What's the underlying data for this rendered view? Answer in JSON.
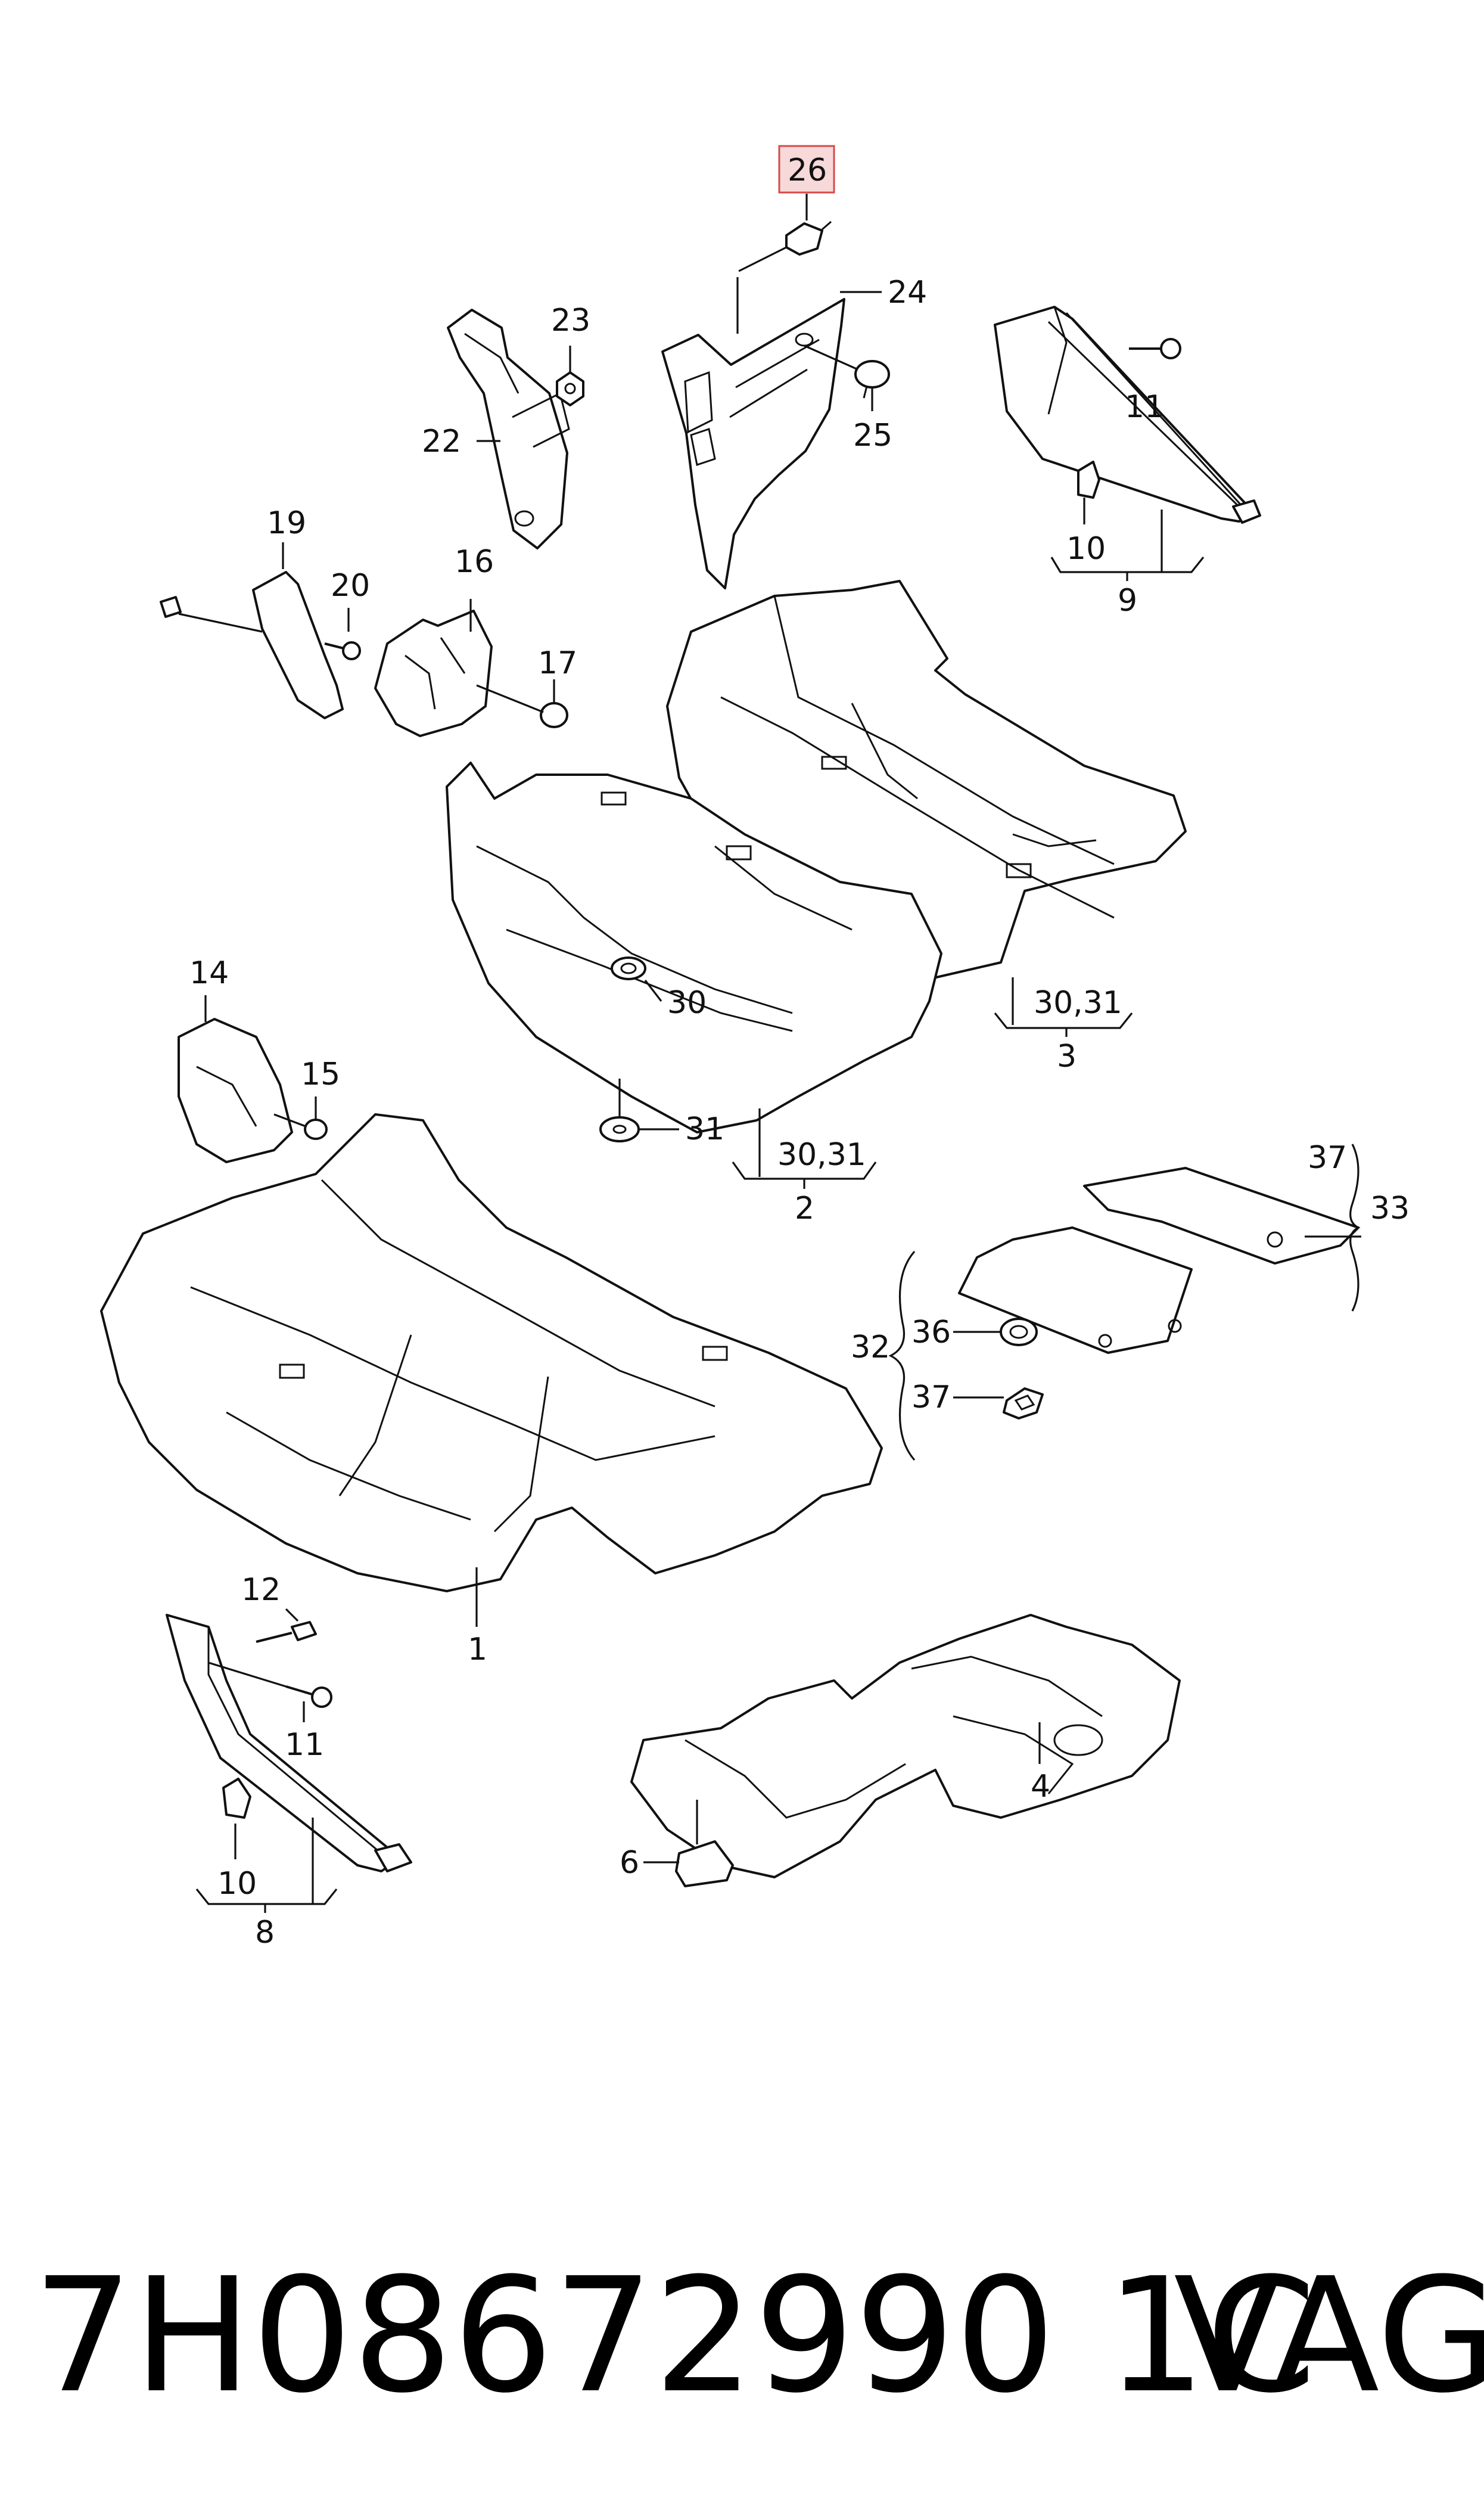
{
  "callouts": {
    "c1": "1",
    "c2": "2",
    "c3": "3",
    "c4": "4",
    "c6": "6",
    "c8": "8",
    "c9": "9",
    "c10a": "10",
    "c10b": "10",
    "c11a": "11",
    "c11b": "11",
    "c12": "12",
    "c14": "14",
    "c15": "15",
    "c16": "16",
    "c17": "17",
    "c19": "19",
    "c20": "20",
    "c22": "22",
    "c23": "23",
    "c24": "24",
    "c25": "25",
    "c26": "26",
    "c30": "30",
    "c30_31a": "30,31",
    "c30_31b": "30,31",
    "c31": "31",
    "c32": "32",
    "c33": "33",
    "c36": "36",
    "c37a": "37",
    "c37b": "37"
  },
  "highlighted_part": "26",
  "colors": {
    "highlight_fill": "#f7d9d9",
    "highlight_border": "#d64a4a",
    "ink": "#111111"
  },
  "footer": {
    "part_number": "7H08672990 1C",
    "brand": "VAG"
  }
}
